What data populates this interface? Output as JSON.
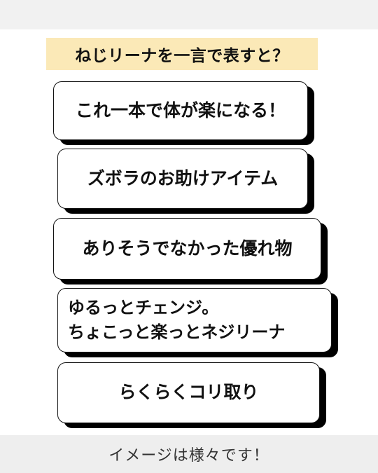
{
  "heading": "ねじリーナを一言で表すと？",
  "cards": [
    {
      "lines": [
        "これ一本で体が楽になる！"
      ]
    },
    {
      "lines": [
        "ズボラのお助けアイテム"
      ]
    },
    {
      "lines": [
        "ありそうでなかった優れ物"
      ]
    },
    {
      "lines": [
        "ゆるっとチェンジ。",
        "ちょこっと楽っとネジリーナ"
      ]
    },
    {
      "lines": [
        "らくらくコリ取り"
      ]
    }
  ],
  "footer": "イメージは様々です！",
  "colors": {
    "heading_bg": "#fbe9b7",
    "card_shadow": "#000000",
    "band_bg": "#eeeeee"
  }
}
